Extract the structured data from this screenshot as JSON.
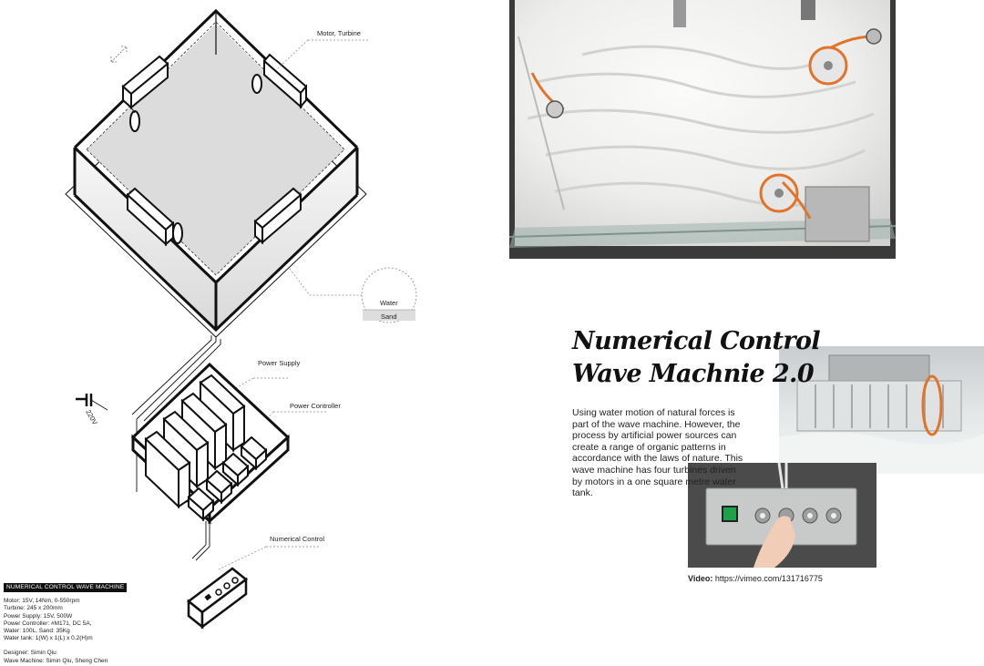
{
  "diagram": {
    "callouts": {
      "motor_turbine": "Motor, Turbine",
      "water": "Water",
      "sand": "Sand",
      "power_supply": "Power Supply",
      "power_controller": "Power Controller",
      "voltage": "220V",
      "numerical_control": "Numerical Control"
    }
  },
  "specs": {
    "title": "NUMERICAL CONTROL WAVE MACHINE",
    "lines": [
      "Motor: 15V, 14Nm, 0-550rpm",
      "Turbine: 245 x 200mm",
      "Power Supply: 15V, 500W",
      "Power Controller: #M171, DC 5A,",
      "Water: 100L, Sand: 35Kg",
      "Water tank: 1(W) x 1(L) x 0.2(H)m"
    ],
    "credits": [
      "Designer: Simin Qiu",
      "Wave Machine: Simin Qiu, Sheng Chen"
    ]
  },
  "article": {
    "title_line1": "Numerical Control",
    "title_line2": "Wave Machnie 2.0",
    "description": "Using water motion of natural forces is part of the wave machine. However, the process by artificial power sources can create a range of organic patterns in accordance with the laws of nature. This wave machine has four turbines driven by motors in a one square metre water tank.",
    "video_label": "Video:",
    "video_url": "https://vimeo.com/131716775"
  },
  "colors": {
    "belt_orange": "#e0742a",
    "switch_green": "#1fa04a",
    "ink": "#111111"
  }
}
